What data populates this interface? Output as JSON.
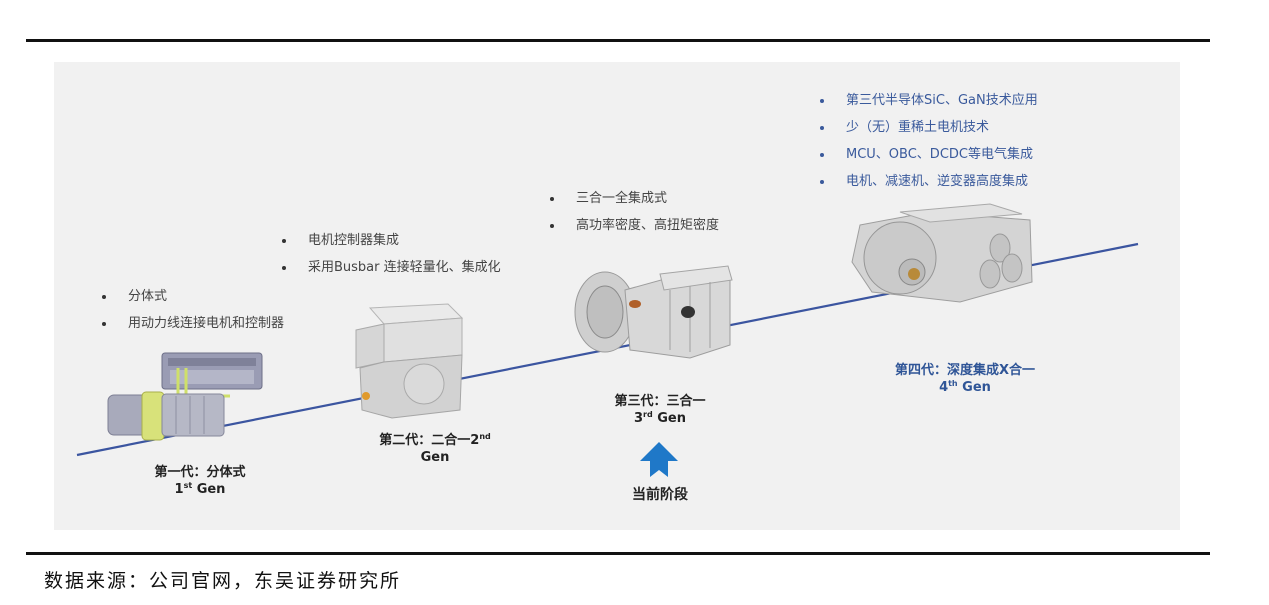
{
  "diagram": {
    "title_rule_top": true,
    "timeline_color": "#3b55a0",
    "accent_arrow_color": "#1f78c8",
    "generations": [
      {
        "id": "gen1",
        "label_cn": "第一代：分体式",
        "label_num": "1",
        "label_sup": "st",
        "label_suffix": " Gen",
        "bullets": [
          "分体式",
          "用动力线连接电机和控制器"
        ],
        "device_icon": "separate-motor-controller-icon"
      },
      {
        "id": "gen2",
        "label_cn": "第二代：二合一2",
        "label_num": "",
        "label_sup": "nd",
        "label_suffix": "Gen",
        "bullets": [
          "电机控制器集成",
          "采用Busbar 连接轻量化、集成化"
        ],
        "device_icon": "two-in-one-drive-icon"
      },
      {
        "id": "gen3",
        "label_cn": "第三代：三合一",
        "label_num": "3",
        "label_sup": "rd",
        "label_suffix": " Gen",
        "bullets": [
          "三合一全集成式",
          "高功率密度、高扭矩密度"
        ],
        "device_icon": "three-in-one-drive-icon"
      },
      {
        "id": "gen4",
        "label_cn": "第四代：深度集成X合一",
        "label_num": "4",
        "label_sup": "th",
        "label_suffix": " Gen",
        "bullets": [
          "第三代半导体SiC、GaN技术应用",
          "少（无）重稀土电机技术",
          "MCU、OBC、DCDC等电气集成",
          "电机、减速机、逆变器高度集成"
        ],
        "device_icon": "x-in-one-drive-icon"
      }
    ],
    "current_stage": {
      "label": "当前阶段",
      "icon": "up-arrow-icon"
    }
  },
  "footer": {
    "source": "数据来源：公司官网，东吴证券研究所"
  }
}
